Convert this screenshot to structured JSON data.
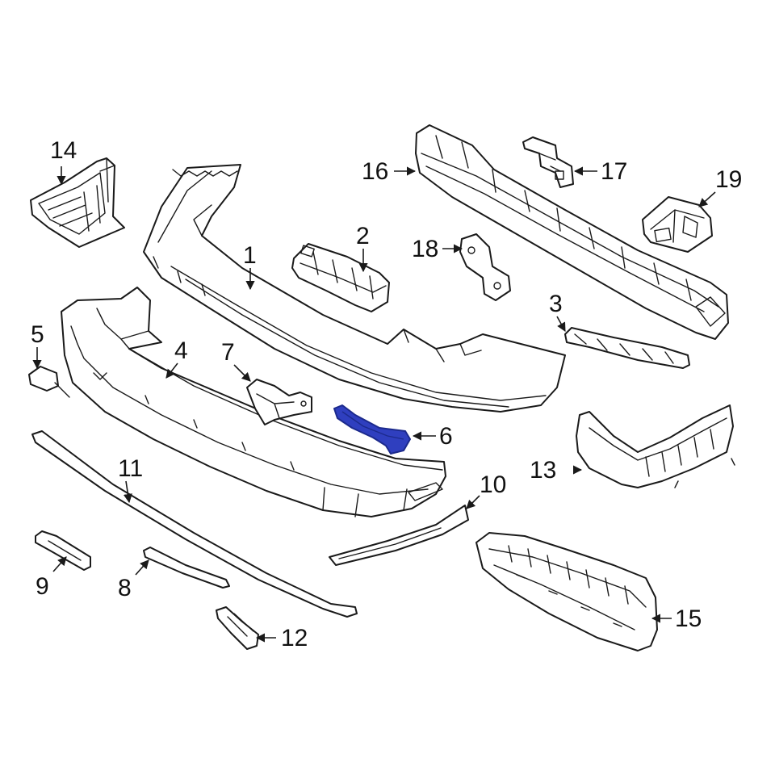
{
  "colors": {
    "line": "#1a1a1a",
    "highlight_fill": "#2f3fbf",
    "highlight_stroke": "#1c2a8c",
    "background": "#ffffff"
  },
  "highlighted_part": "6",
  "callouts": [
    {
      "id": "p1",
      "label": "1"
    },
    {
      "id": "p2",
      "label": "2"
    },
    {
      "id": "p3",
      "label": "3"
    },
    {
      "id": "p4",
      "label": "4"
    },
    {
      "id": "p5",
      "label": "5"
    },
    {
      "id": "p6",
      "label": "6"
    },
    {
      "id": "p7",
      "label": "7"
    },
    {
      "id": "p8",
      "label": "8"
    },
    {
      "id": "p9",
      "label": "9"
    },
    {
      "id": "p10",
      "label": "10"
    },
    {
      "id": "p11",
      "label": "11"
    },
    {
      "id": "p12",
      "label": "12"
    },
    {
      "id": "p13",
      "label": "13"
    },
    {
      "id": "p14",
      "label": "14"
    },
    {
      "id": "p15",
      "label": "15"
    },
    {
      "id": "p16",
      "label": "16"
    },
    {
      "id": "p17",
      "label": "17"
    },
    {
      "id": "p18",
      "label": "18"
    },
    {
      "id": "p19",
      "label": "19"
    }
  ]
}
